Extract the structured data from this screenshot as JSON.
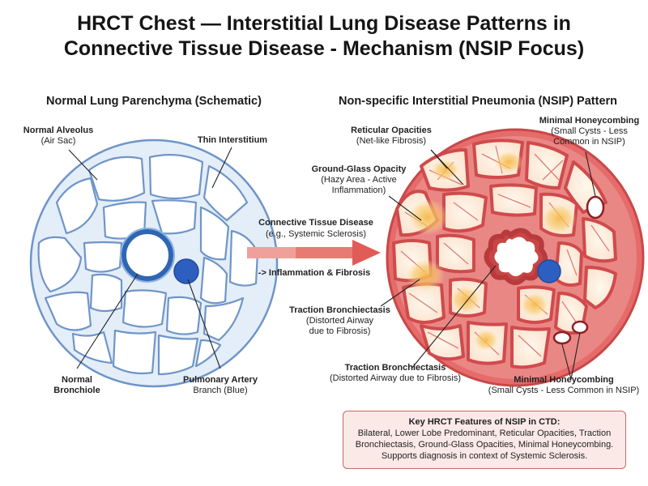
{
  "title_line1": "HRCT Chest — Interstitial Lung Disease Patterns in",
  "title_line2": "Connective Tissue Disease - Mechanism (NSIP Focus)",
  "left_panel": {
    "heading": "Normal Lung Parenchyma (Schematic)",
    "alveolus": {
      "bold": "Normal Alveolus",
      "normal": "(Air Sac)"
    },
    "interstitium": {
      "bold": "Thin Interstitium"
    },
    "bronchiole": {
      "bold1": "Normal",
      "bold2": "Bronchiole"
    },
    "artery": {
      "bold": "Pulmonary Artery",
      "normal": "Branch (Blue)"
    }
  },
  "middle": {
    "cause_bold": "Connective Tissue Disease",
    "cause_example": "(e.g., Systemic Sclerosis)",
    "effect": "-> Inflammation & Fibrosis"
  },
  "right_panel": {
    "heading": "Non-specific Interstitial Pneumonia (NSIP) Pattern",
    "reticular": {
      "bold": "Reticular Opacities",
      "normal": "(Net-like Fibrosis)"
    },
    "ggo": {
      "bold": "Ground-Glass Opacity",
      "normal1": "(Hazy Area - Active",
      "normal2": "Inflammation)"
    },
    "honey_top": {
      "bold": "Minimal Honeycombing",
      "normal1": "(Small Cysts - Less",
      "normal2": "Common in NSIP)"
    },
    "traction_left": {
      "bold": "Traction Bronchiectasis",
      "normal1": "(Distorted Airway",
      "normal2": "due to Fibrosis)"
    },
    "traction_bottom": {
      "bold": "Traction Bronchiectasis",
      "normal": "(Distorted Airway due to Fibrosis)"
    },
    "honey_bottom": {
      "bold": "Minimal Honeycombing",
      "normal": "(Small Cysts - Less Common in NSIP)"
    }
  },
  "key_box": {
    "title": "Key HRCT Features of NSIP in CTD:",
    "line1": "Bilateral, Lower Lobe Predominant, Reticular Opacities, Traction",
    "line2": "Bronchiectasis, Ground-Glass Opacities, Minimal Honeycombing.",
    "line3": "Supports diagnosis in context of Systemic Sclerosis."
  },
  "colors": {
    "normal_outline": "#6f95c8",
    "normal_fill": "#eef4fb",
    "bronchiole_ring": "#2f66b3",
    "artery": "#2c5fc0",
    "fibrosis": "#d9585a",
    "fibrosis_light": "#ee9a93",
    "ggo": "#f5b84a",
    "arrow": "#e15c57",
    "box_bg": "#fbe9e7",
    "box_border": "#c46a66"
  }
}
